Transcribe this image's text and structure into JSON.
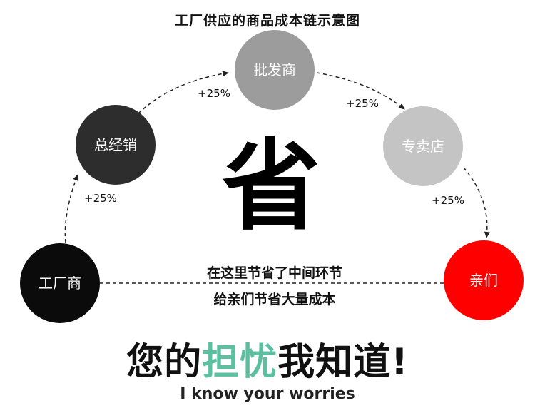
{
  "title": "工厂供应的商品成本链示意图",
  "nodes": [
    {
      "id": "factory",
      "label": "工厂商",
      "color": "#0b0b0b",
      "text_color": "#ffffff"
    },
    {
      "id": "distributor",
      "label": "总经销",
      "color": "#2e2d2e",
      "text_color": "#ffffff"
    },
    {
      "id": "wholesaler",
      "label": "批发商",
      "color": "#9d9c9d",
      "text_color": "#ffffff"
    },
    {
      "id": "store",
      "label": "专卖店",
      "color": "#c5c4c5",
      "text_color": "#ffffff"
    },
    {
      "id": "customer",
      "label": "亲们",
      "color": "#ff0000",
      "text_color": "#ffffff"
    }
  ],
  "edges": [
    {
      "from": "factory",
      "to": "distributor",
      "label": "+25%"
    },
    {
      "from": "distributor",
      "to": "wholesaler",
      "label": "+25%"
    },
    {
      "from": "wholesaler",
      "to": "store",
      "label": "+25%"
    },
    {
      "from": "store",
      "to": "customer",
      "label": "+25%"
    }
  ],
  "center_char": "省",
  "middle_text": {
    "line1": "在这里节省了中间环节",
    "line2": "给亲们节省大量成本"
  },
  "headline": {
    "part1": "您的",
    "accent": "担忧",
    "part2": "我知道!",
    "accent_color": "#5cbf9f"
  },
  "subline": "I know your worries"
}
